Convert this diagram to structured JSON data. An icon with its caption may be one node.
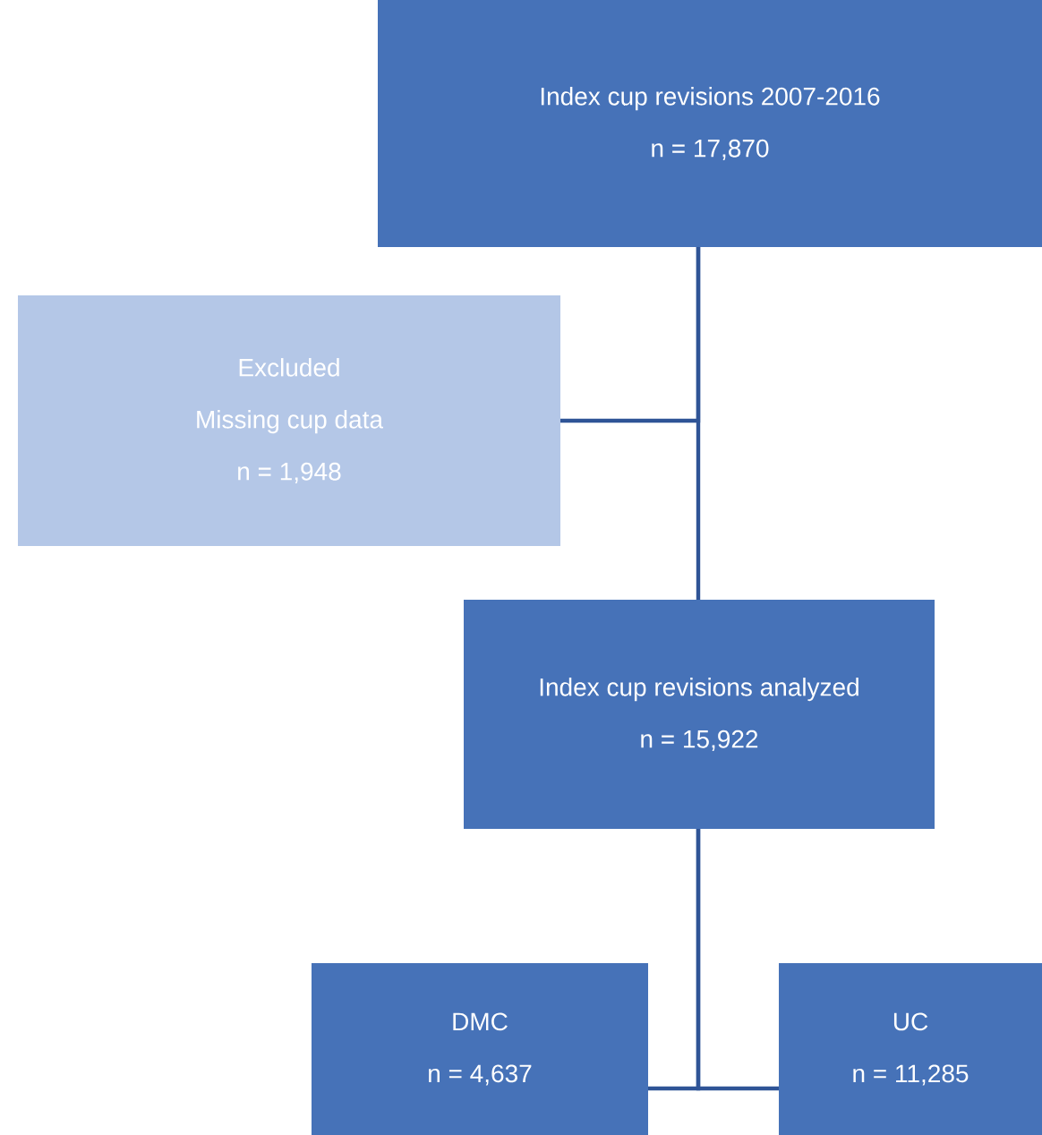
{
  "diagram": {
    "nodes": [
      {
        "text": [
          "Index cup revisions 2007-2016",
          "n = 17,870"
        ]
      },
      {
        "text": [
          "Excluded",
          "Missing cup data",
          "n = 1,948"
        ]
      },
      {
        "text": [
          "Index cup revisions analyzed",
          "n = 15,922"
        ]
      },
      {
        "text": [
          "DMC",
          "n = 4,637"
        ]
      },
      {
        "text": [
          "UC",
          "n = 11,285"
        ]
      }
    ],
    "edges": [
      {
        "from": 0,
        "to": 2,
        "arrow": "none"
      },
      {
        "from": 0,
        "to": 1,
        "arrow": "none"
      },
      {
        "from": 2,
        "to": 3,
        "arrow": "none"
      },
      {
        "from": 2,
        "to": 4,
        "arrow": "none"
      }
    ]
  }
}
